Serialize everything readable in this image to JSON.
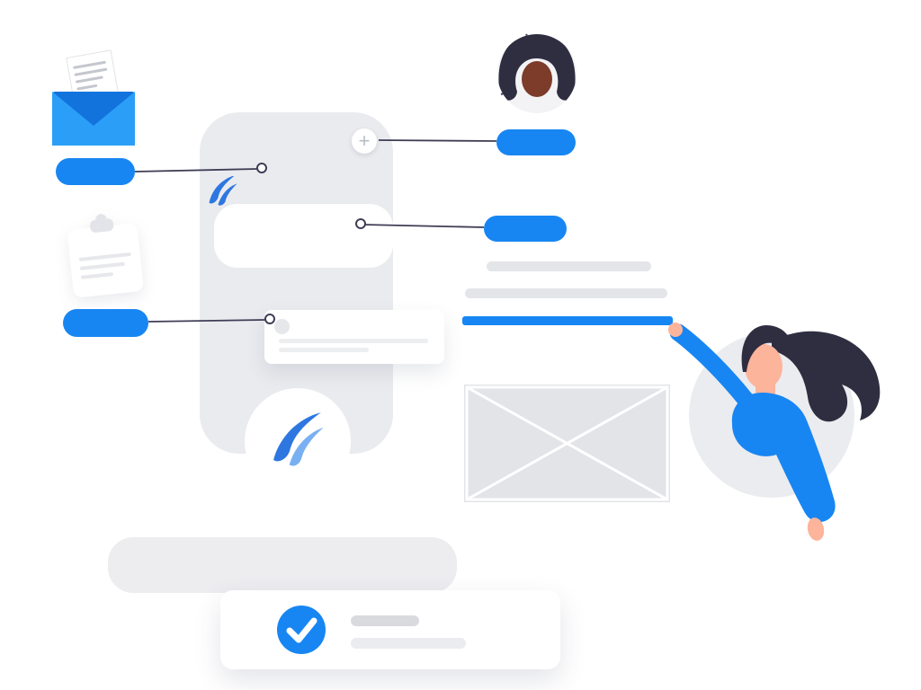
{
  "scene": {
    "description": "Flat illustration: mobile app mockup with callout pills connected by lines, placeholder text bars, crossed image placeholder, and a woman reaching up to a blue highlighted line",
    "background": "#ffffff"
  },
  "colors": {
    "accent-blue": "#1886f2",
    "envelope-blue": "#2b9ff7",
    "envelope-blue-dark": "#1273dd",
    "logo-blue": "#2e77e0",
    "logo-blue-light": "#79b0f2",
    "outline-dark": "#3f3d56",
    "hair-dark": "#2f2e41",
    "skin": "#fcb49b",
    "skin-dark": "#7d3b2a",
    "panel-gray": "#eaebef",
    "circle-gray": "#ebecef",
    "plus-gray": "#b9bdc7"
  },
  "icons": {
    "plus": "+",
    "envelope": "open-envelope-with-letter",
    "clipboard": "clipboard-with-note-lines",
    "logo": "blue-swoosh-wing-logo",
    "avatar": "dark-haired-person-portrait",
    "check": "white-checkmark-in-blue-circle",
    "image_placeholder": "gray-rectangle-with-white-cross",
    "woman": "woman-in-blue-top-reaching-for-line"
  },
  "callouts": {
    "pill_count": 4,
    "pills_have_text": false
  }
}
